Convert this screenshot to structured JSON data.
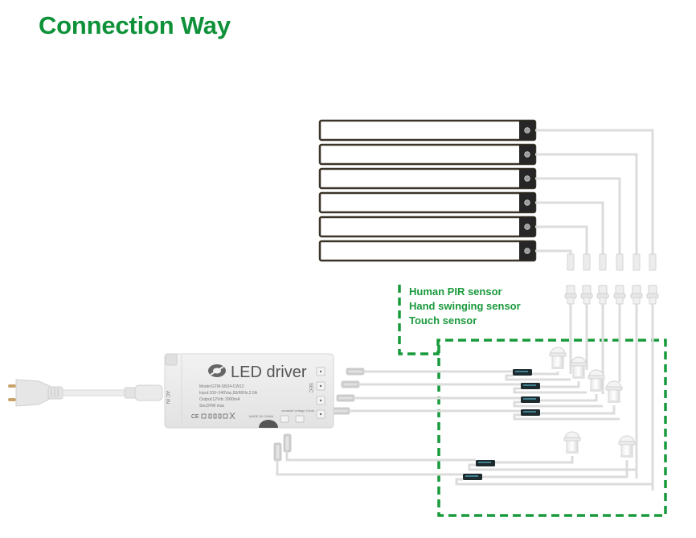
{
  "title": "Connection Way",
  "colors": {
    "title": "#0e9138",
    "dashed_frame": "#169a3a",
    "wire": "#dcdcdc",
    "bar_frame": "#3b3428",
    "connector_dark": "#1d2a2e"
  },
  "sensor_types": {
    "items": [
      "Human PIR sensor",
      "Hand swinging sensor",
      "Touch sensor"
    ]
  },
  "led_driver": {
    "label": "LED driver",
    "ac_in_label": "AC IN",
    "sec_label": "SEC",
    "model": "Model:GTM-SB24-CW12",
    "input": "Input:100~240Vac,50/60Hz,2.0A",
    "output": "Output:12Vdc 2000mA",
    "power": "Sec/24W max",
    "made_in": "MADE IN CHINA",
    "output_voltage": "constant Voltage 12vdc"
  },
  "components": {
    "light_bar_count": 6,
    "driver_output_ports": 4,
    "bottom_ports": 2,
    "pir_sensor_count": 6,
    "plug": "EU 2-pin power plug"
  }
}
